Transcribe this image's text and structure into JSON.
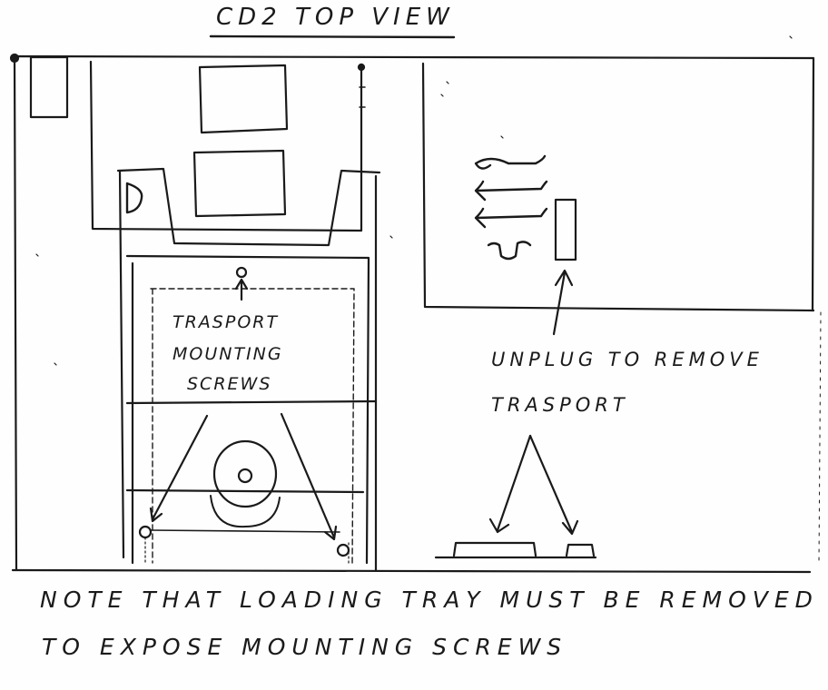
{
  "title": "CD2 TOP VIEW",
  "labels": {
    "mounting_screws": [
      "TRASPORT",
      "MOUNTING",
      "SCREWS"
    ],
    "unplug": [
      "UNPLUG TO REMOVE",
      "TRASPORT"
    ],
    "disc_door_letter": "D"
  },
  "note": [
    "NOTE THAT LOADING TRAY MUST BE REMOVED",
    "TO EXPOSE MOUNTING SCREWS"
  ],
  "colors": {
    "ink": "#1a1a1a",
    "paper": "#fefefe"
  }
}
